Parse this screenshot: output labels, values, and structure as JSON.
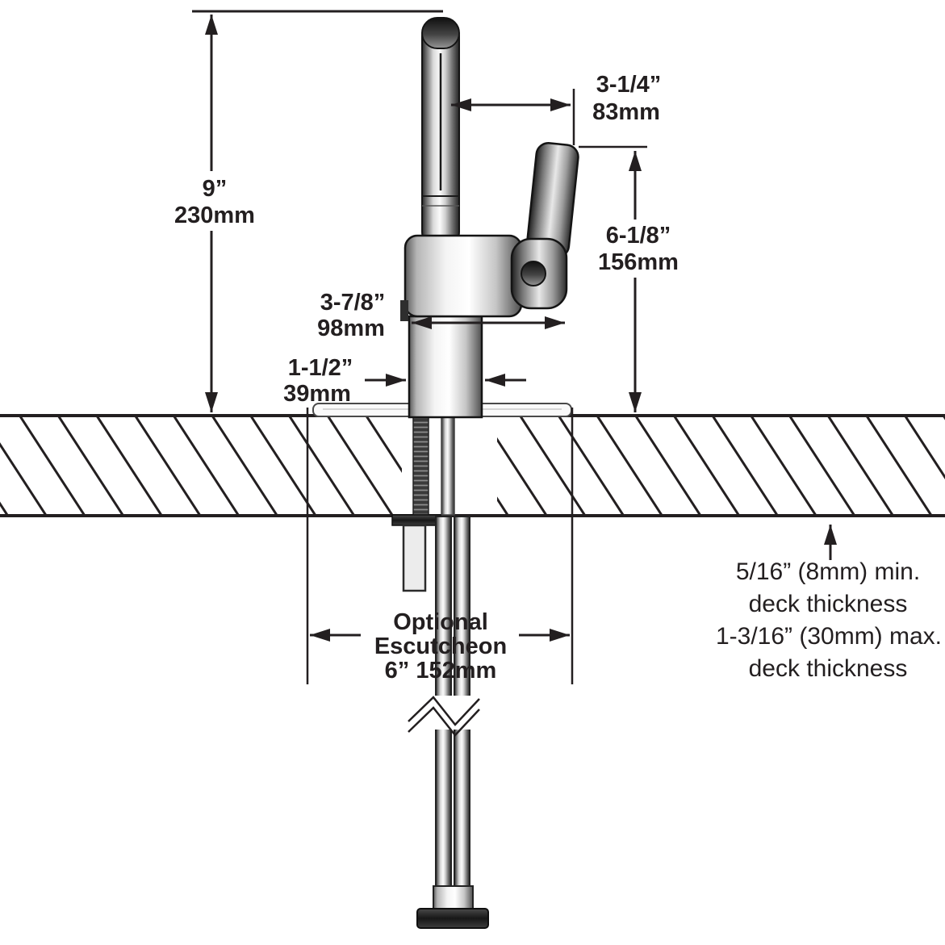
{
  "colors": {
    "background": "#ffffff",
    "line": "#231f20",
    "chrome_dark": "#2b2b2b",
    "chrome_light": "#f7f7f7"
  },
  "dimensions": {
    "spout_height": {
      "imperial": "9”",
      "metric": "230mm"
    },
    "spout_to_handle": {
      "imperial": "3-1/4”",
      "metric": "83mm"
    },
    "handle_height": {
      "imperial": "6-1/8”",
      "metric": "156mm"
    },
    "body_depth": {
      "imperial": "3-7/8”",
      "metric": "98mm"
    },
    "base_width": {
      "imperial": "1-1/2”",
      "metric": "39mm"
    }
  },
  "escutcheon_note": {
    "line1": "Optional",
    "line2": "Escutcheon",
    "line3": "6” 152mm"
  },
  "deck_note": {
    "line1": "5/16” (8mm) min.",
    "line2": "deck thickness",
    "line3": "1-3/16” (30mm) max.",
    "line4": "deck thickness"
  }
}
